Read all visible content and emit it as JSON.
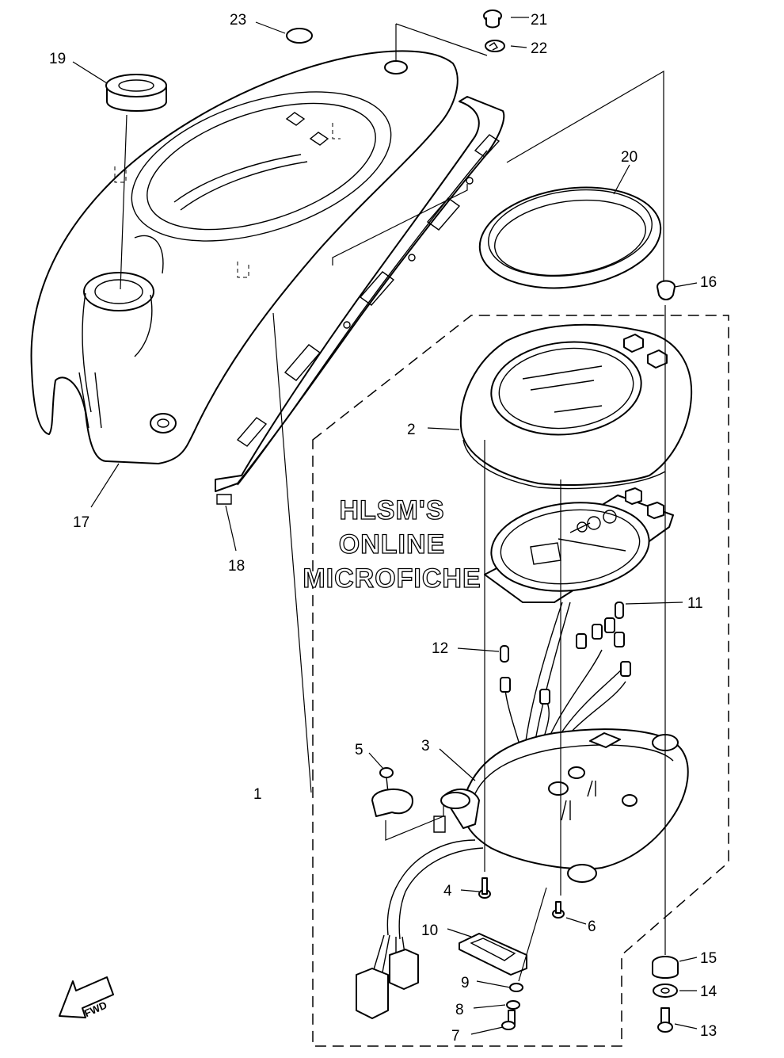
{
  "callouts": [
    {
      "id": "1",
      "label": "1"
    },
    {
      "id": "2",
      "label": "2"
    },
    {
      "id": "3",
      "label": "3"
    },
    {
      "id": "4",
      "label": "4"
    },
    {
      "id": "5",
      "label": "5"
    },
    {
      "id": "6",
      "label": "6"
    },
    {
      "id": "7",
      "label": "7"
    },
    {
      "id": "8",
      "label": "8"
    },
    {
      "id": "9",
      "label": "9"
    },
    {
      "id": "10",
      "label": "10"
    },
    {
      "id": "11",
      "label": "11"
    },
    {
      "id": "12",
      "label": "12"
    },
    {
      "id": "13",
      "label": "13"
    },
    {
      "id": "14",
      "label": "14"
    },
    {
      "id": "15",
      "label": "15"
    },
    {
      "id": "16",
      "label": "16"
    },
    {
      "id": "17",
      "label": "17"
    },
    {
      "id": "18",
      "label": "18"
    },
    {
      "id": "19",
      "label": "19"
    },
    {
      "id": "20",
      "label": "20"
    },
    {
      "id": "21",
      "label": "21"
    },
    {
      "id": "22",
      "label": "22"
    },
    {
      "id": "23",
      "label": "23"
    }
  ],
  "watermark": {
    "line1": "HLSM'S",
    "line2": "ONLINE",
    "line3": "MICROFICHE"
  },
  "fwd_label": "FWD"
}
